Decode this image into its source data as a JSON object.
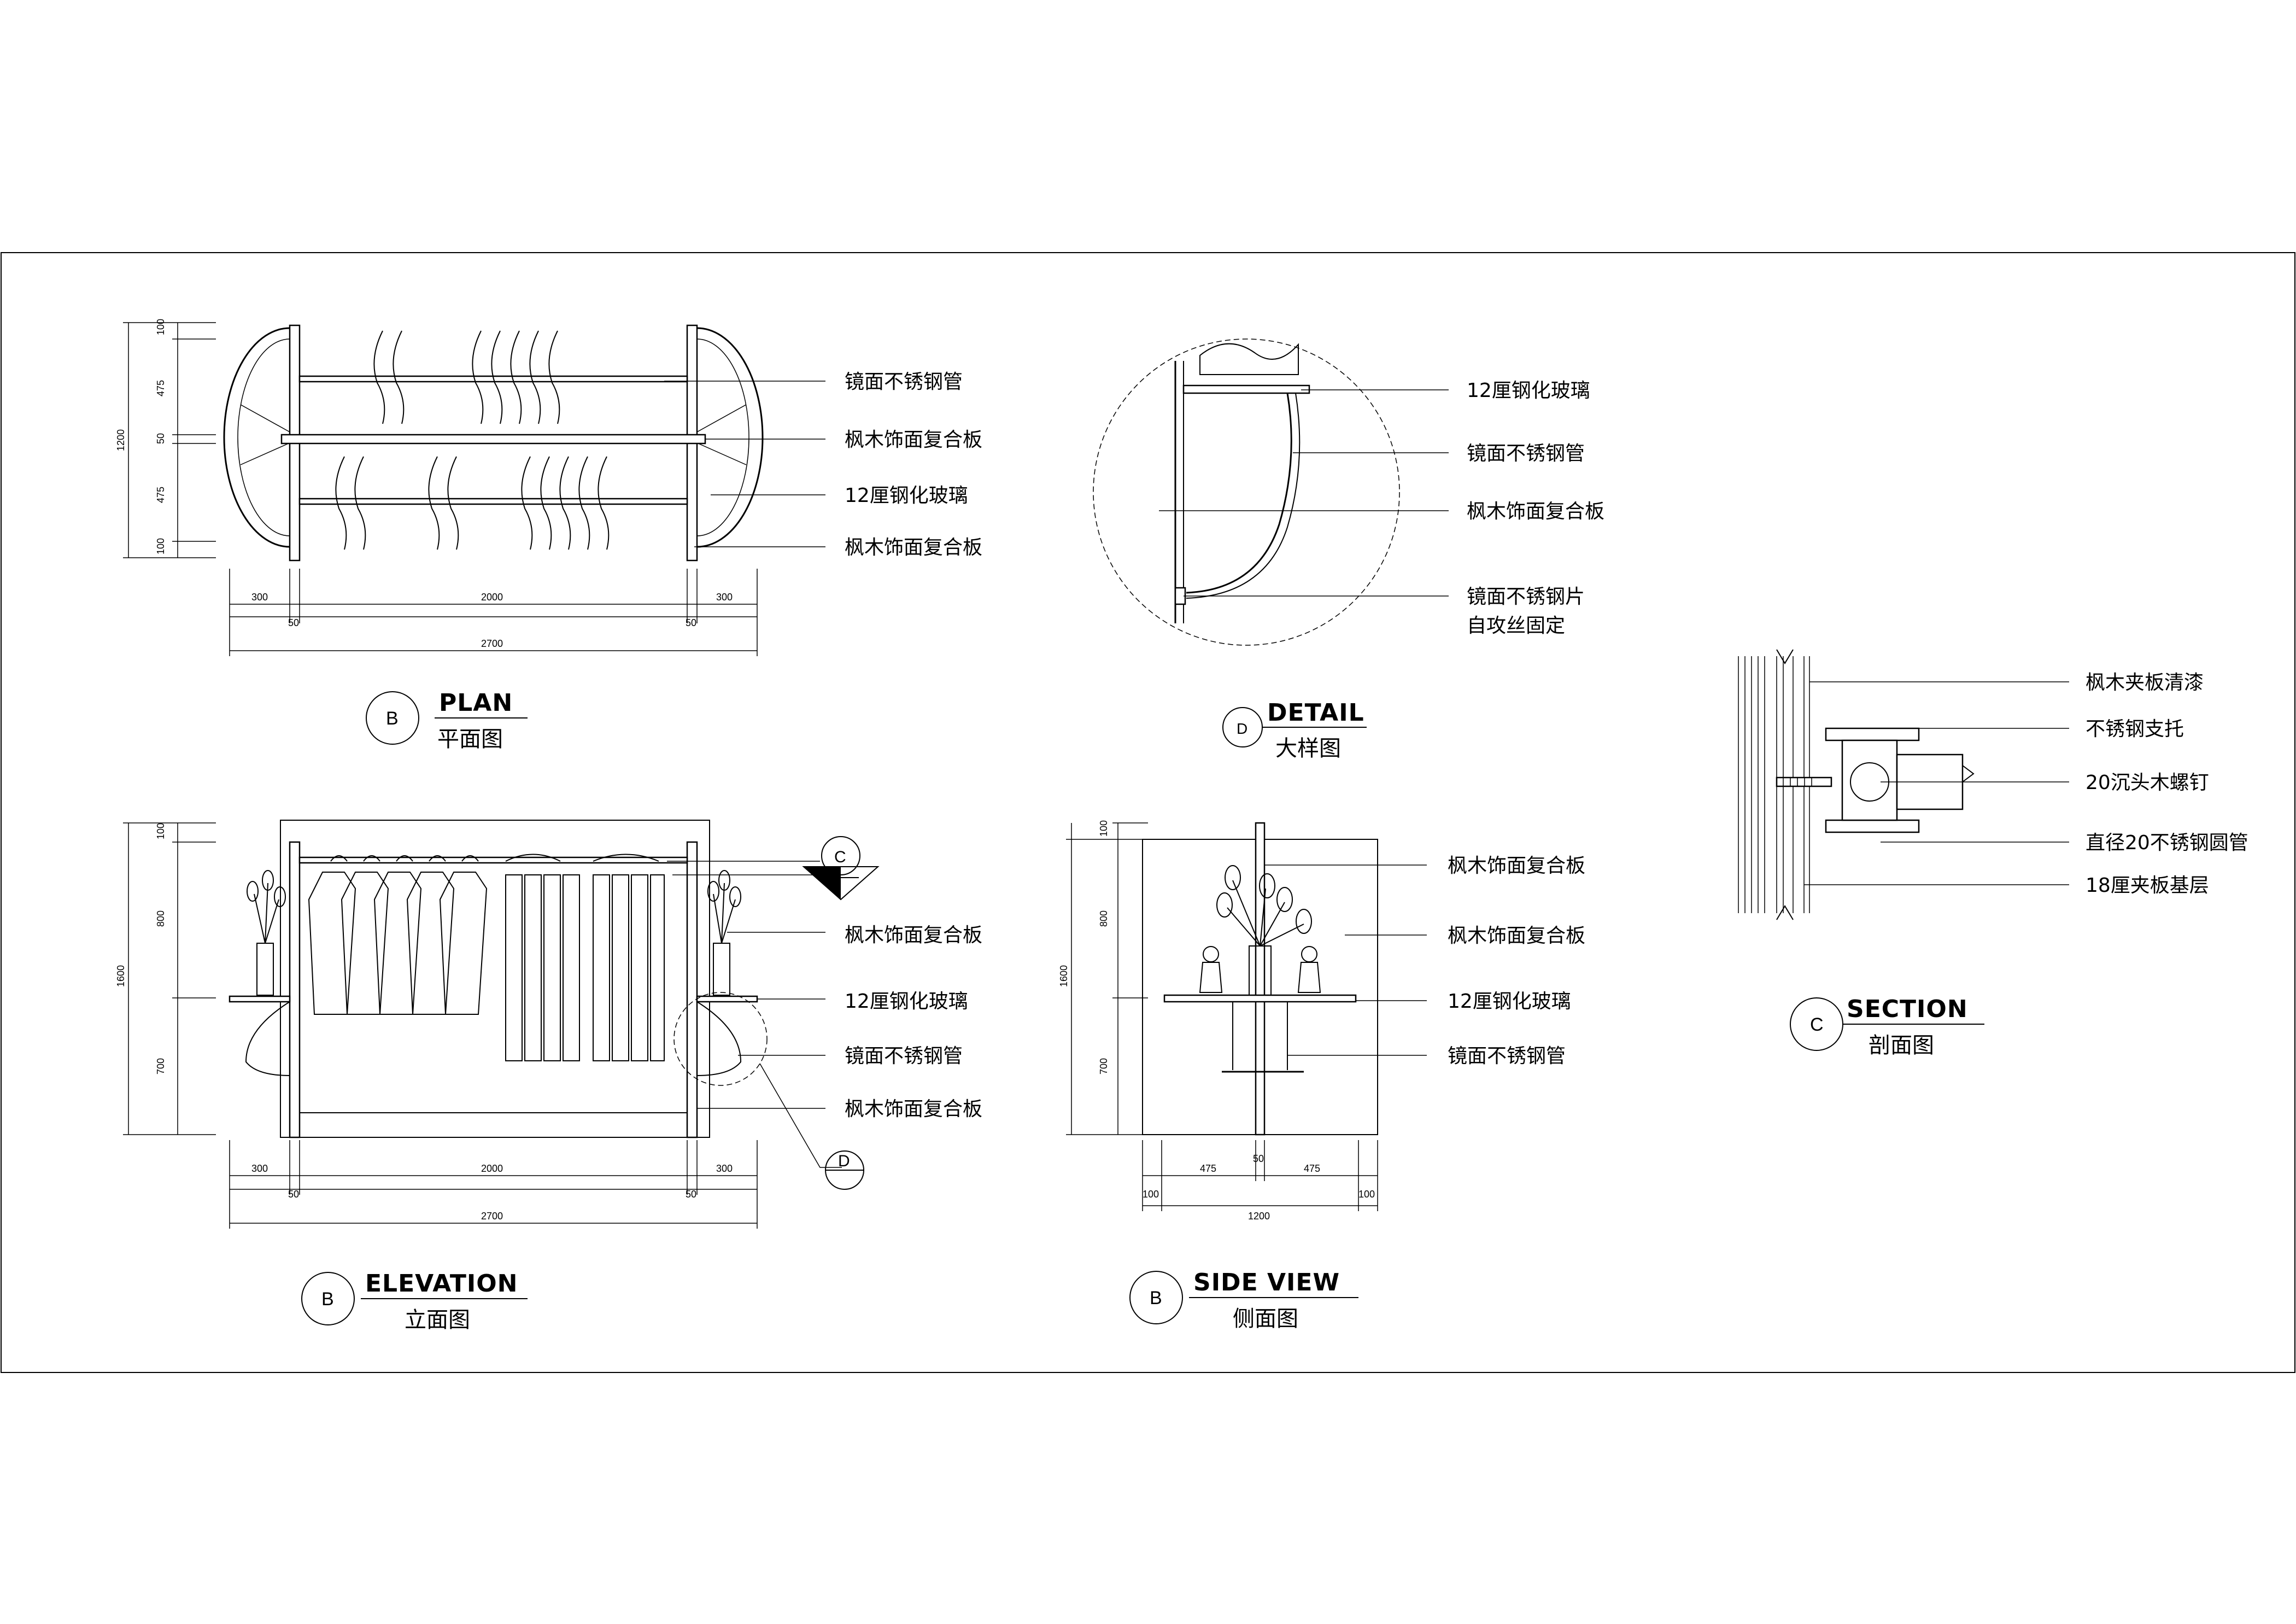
{
  "views": {
    "plan": {
      "title": "PLAN",
      "subtitle": "平面图",
      "tag": "B",
      "labels": [
        "镜面不锈钢管",
        "枫木饰面复合板",
        "12厘钢化玻璃",
        "枫木饰面复合板"
      ],
      "dims": {
        "vertical": [
          "100",
          "475",
          "50",
          "475",
          "100"
        ],
        "total_v": "1200",
        "top_row": [
          "300",
          "2000",
          "300"
        ],
        "mid_row": [
          "50",
          "50"
        ],
        "total": "2700"
      }
    },
    "detail": {
      "title": "DETAIL",
      "subtitle": "大样图",
      "tag": "D",
      "labels": [
        "12厘钢化玻璃",
        "镜面不锈钢管",
        "枫木饰面复合板",
        "镜面不锈钢片",
        "自攻丝固定"
      ]
    },
    "section": {
      "title": "SECTION",
      "subtitle": "剖面图",
      "tag": "C",
      "labels": [
        "枫木夹板清漆",
        "不锈钢支托",
        "20沉头木螺钉",
        "直径20不锈钢圆管",
        "18厘夹板基层"
      ]
    },
    "elevation": {
      "title": "ELEVATION",
      "subtitle": "立面图",
      "tag": "B",
      "callout_c": "C",
      "callout_d": "D",
      "labels": [
        "枫木饰面复合板",
        "12厘钢化玻璃",
        "镜面不锈钢管",
        "枫木饰面复合板"
      ],
      "dims": {
        "vertical": [
          "100",
          "800",
          "700"
        ],
        "total_v": "1600",
        "top_row": [
          "300",
          "2000",
          "300"
        ],
        "mid_row": [
          "50",
          "50"
        ],
        "total": "2700"
      }
    },
    "side": {
      "title": "SIDE VIEW",
      "subtitle": "侧面图",
      "tag": "B",
      "labels": [
        "枫木饰面复合板",
        "枫木饰面复合板",
        "12厘钢化玻璃",
        "镜面不锈钢管"
      ],
      "dims": {
        "vertical": [
          "100",
          "800",
          "700"
        ],
        "total_v": "1600",
        "top_row": [
          "475",
          "50",
          "475"
        ],
        "bottom_row": [
          "100",
          "1200",
          "100"
        ]
      }
    }
  }
}
